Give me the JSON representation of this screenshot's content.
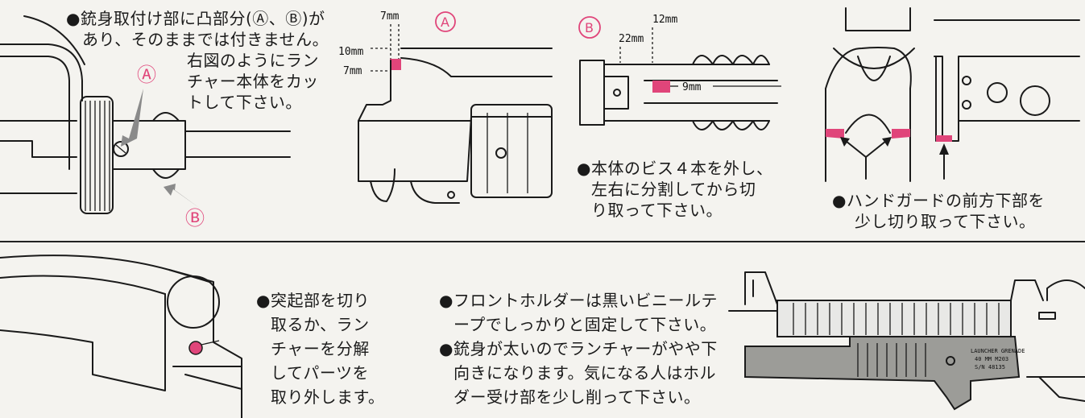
{
  "colors": {
    "accent": "#e0457a",
    "ink": "#1a1a1a",
    "paper": "#f4f3ef"
  },
  "panel1": {
    "lines": [
      "●銃身取付け部に凸部分(Ⓐ、Ⓑ)が",
      "あり、そのままでは付きません。",
      "右図のようにラン",
      "チャー本体をカッ",
      "トして下さい。"
    ],
    "label_a": "Ⓐ",
    "label_b": "Ⓑ"
  },
  "panel2": {
    "badge": "Ⓐ",
    "dim_top": "7mm",
    "dim_10": "10mm",
    "dim_7": "7mm"
  },
  "panel3": {
    "badge": "Ⓑ",
    "dim_12": "12mm",
    "dim_22": "22mm",
    "dim_9": "9mm",
    "lines": [
      "●本体のビス４本を外し、",
      "左右に分割してから切",
      "り取って下さい。"
    ]
  },
  "panel4": {
    "lines": [
      "●ハンドガードの前方下部を",
      "少し切り取って下さい。"
    ]
  },
  "panel5": {
    "lines": [
      "●突起部を切り",
      "取るか、ラン",
      "チャーを分解",
      "してパーツを",
      "取り外します。"
    ]
  },
  "panel6": {
    "lines": [
      "●フロントホルダーは黒いビニールテ",
      "ープでしっかりと固定して下さい。",
      "●銃身が太いのでランチャーがやや下",
      "向きになります。気になる人はホル",
      "ダー受け部を少し削って下さい。"
    ]
  },
  "panel7": {
    "stamp_lines": [
      "LAUNCHER GRENADE",
      "40 MM   M203",
      "S/N   48135"
    ]
  }
}
